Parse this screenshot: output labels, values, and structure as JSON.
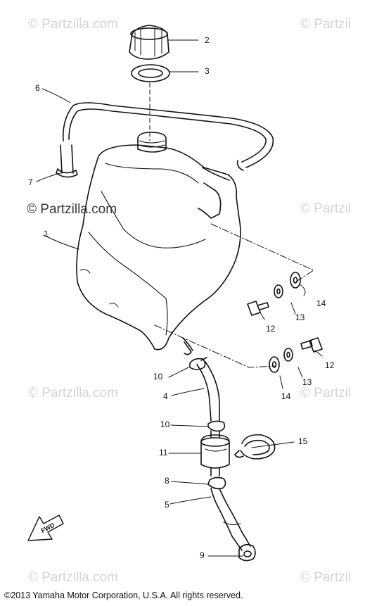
{
  "watermark": {
    "text": "© Partzilla.com",
    "short_text": "© Partzil"
  },
  "copyright": "©2013  Yamaha Motor Corporation, U.S.A. All rights reserved.",
  "fwd_label": "FWD",
  "callouts": [
    "1",
    "2",
    "3",
    "4",
    "5",
    "6",
    "7",
    "8",
    "9",
    "10",
    "10",
    "11",
    "12",
    "12",
    "13",
    "13",
    "14",
    "14",
    "15"
  ],
  "colors": {
    "line": "#111111",
    "watermark": "#d4d4d4"
  }
}
